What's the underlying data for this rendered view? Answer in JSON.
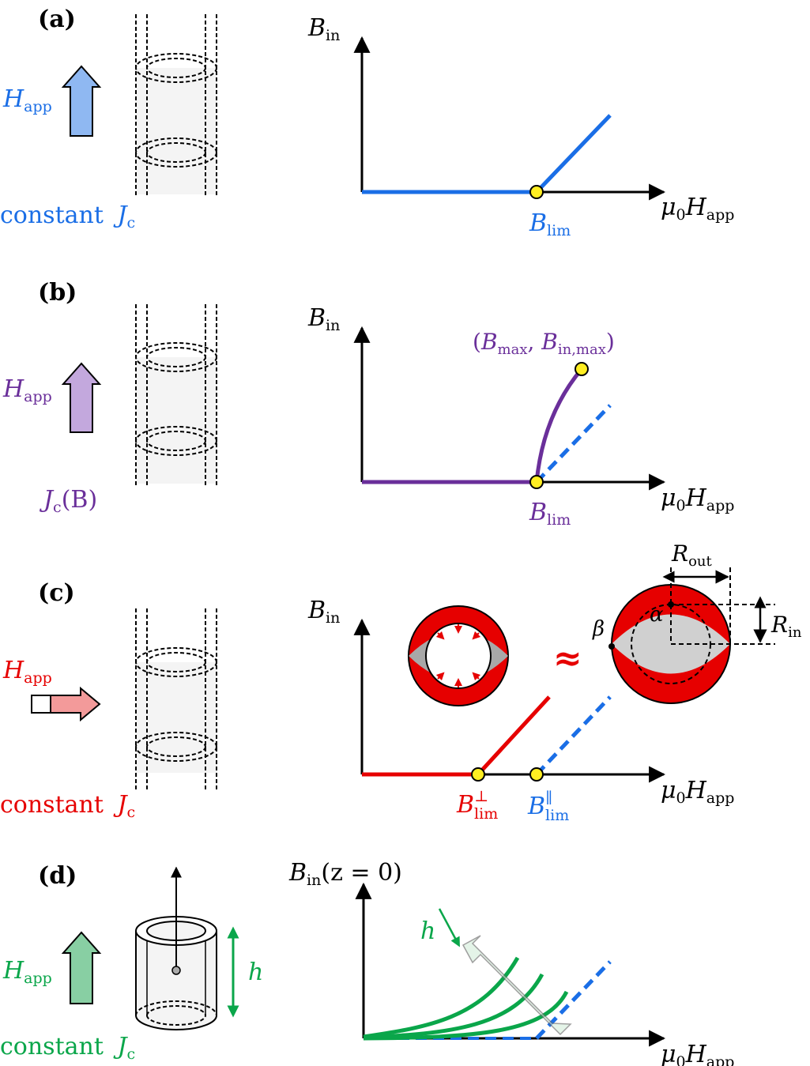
{
  "colors": {
    "blue": "#1a6ee6",
    "purple": "#6a2f9a",
    "red": "#e60000",
    "green": "#0aa64a",
    "yellow": "#ffee22",
    "arrow_a_fill": "#8fb8f2",
    "arrow_b_fill": "#c3a8dd",
    "arrow_c_fill": "#f39a9a",
    "arrow_d_fill": "#88cfa3"
  },
  "panels": {
    "a": {
      "label": "(a)",
      "h_sym": "H",
      "h_sub": "app",
      "jc_prefix": "constant ",
      "jc_sym": "J",
      "jc_sub": "c",
      "y_sym": "B",
      "y_sub": "in",
      "x_mu": "μ",
      "x_mu_sub": "0",
      "x_sym": "H",
      "x_sub": "app",
      "point_sym": "B",
      "point_sub": "lim"
    },
    "b": {
      "label": "(b)",
      "h_sym": "H",
      "h_sub": "app",
      "jc_text": "J",
      "jc_sub": "c",
      "jc_arg": "(B)",
      "y_sym": "B",
      "y_sub": "in",
      "x_mu": "μ",
      "x_mu_sub": "0",
      "x_sym": "H",
      "x_sub": "app",
      "point_sym": "B",
      "point_sub": "lim",
      "max_open": "(",
      "max_sym1": "B",
      "max_sub1": "max",
      "max_comma": ", ",
      "max_sym2": "B",
      "max_sub2": "in,max",
      "max_close": ")"
    },
    "c": {
      "label": "(c)",
      "h_sym": "H",
      "h_sub": "app",
      "jc_prefix": "constant ",
      "jc_sym": "J",
      "jc_sub": "c",
      "y_sym": "B",
      "y_sub": "in",
      "x_mu": "μ",
      "x_mu_sub": "0",
      "x_sym": "H",
      "x_sub": "app",
      "perp_sym": "B",
      "perp_sub": "lim",
      "perp_sup": "⊥",
      "par_sym": "B",
      "par_sub": "lim",
      "par_sup": "∥",
      "approx": "≈",
      "r_out_sym": "R",
      "r_out_sub": "out",
      "r_in_sym": "R",
      "r_in_sub": "in",
      "alpha": "α",
      "beta": "β"
    },
    "d": {
      "label": "(d)",
      "h_sym": "H",
      "h_sub": "app",
      "jc_prefix": "constant ",
      "jc_sym": "J",
      "jc_sub": "c",
      "y_sym": "B",
      "y_sub": "in",
      "y_arg": "(z = 0)",
      "x_mu": "μ",
      "x_mu_sub": "0",
      "x_sym": "H",
      "x_sub": "app",
      "height_sym": "h",
      "trend_sym": "h"
    }
  }
}
